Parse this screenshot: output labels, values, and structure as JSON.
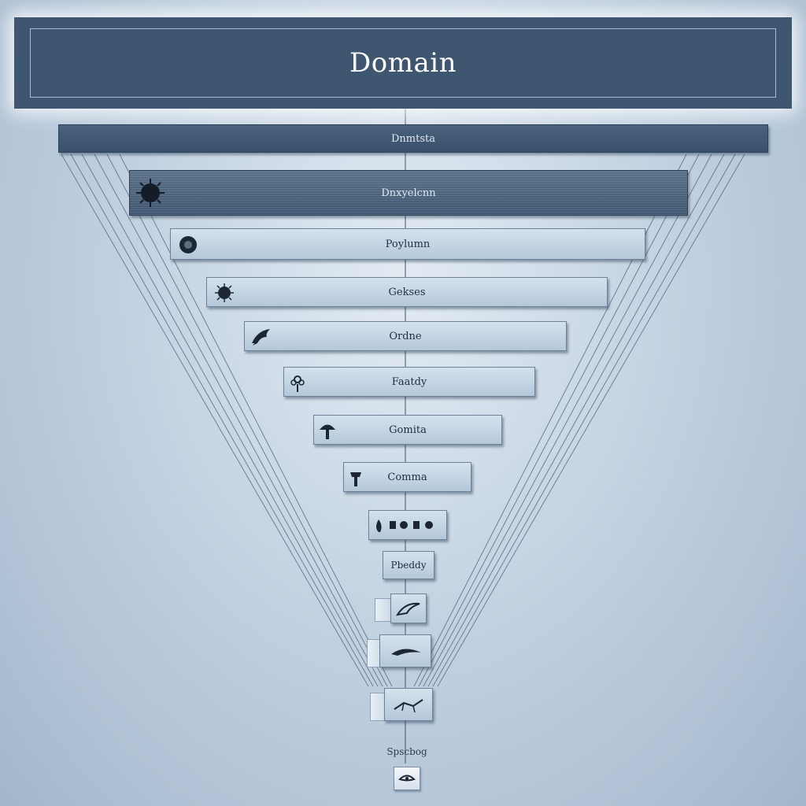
{
  "header": {
    "title": "Domain"
  },
  "levels": [
    {
      "label": "Dnmtsta",
      "icon": "none"
    },
    {
      "label": "Dnxyelcnn",
      "icon": "virus-icon"
    },
    {
      "label": "Poylumn",
      "icon": "cell-icon"
    },
    {
      "label": "Gekses",
      "icon": "bacteria-icon"
    },
    {
      "label": "Ordne",
      "icon": "bird-icon"
    },
    {
      "label": "Faatdy",
      "icon": "flower-icon"
    },
    {
      "label": "Gomita",
      "icon": "mushroom-icon"
    },
    {
      "label": "Comma",
      "icon": "sprout-icon"
    },
    {
      "label": "",
      "icon": "mixed-icons"
    },
    {
      "label": "Pbeddy",
      "icon": "none"
    },
    {
      "label": "",
      "icon": "feather-icon"
    },
    {
      "label": "",
      "icon": "fish-icon"
    },
    {
      "label": "",
      "icon": "lizard-icon"
    }
  ],
  "footer": {
    "label": "Spscbog",
    "icon": "eye-icon"
  },
  "colors": {
    "dark": "#3f5670",
    "light": "#c4d3e2",
    "text_dark": "#1f2f40"
  }
}
